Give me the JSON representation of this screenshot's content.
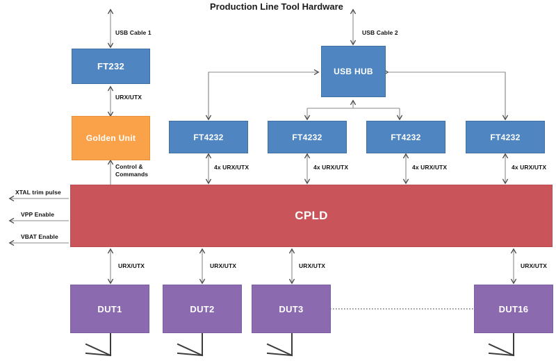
{
  "diagram": {
    "title": "Production Line Tool Hardware",
    "colors": {
      "blue": "#4f86c2",
      "orange": "#f9a24a",
      "red": "#c9555a",
      "purple": "#8b6ab0",
      "wire": "#7a7a7a",
      "wire_dark": "#3c3c3c",
      "text": "#111111"
    },
    "blocks": {
      "ft232": "FT232",
      "golden_unit": "Golden Unit",
      "usb_hub": "USB HUB",
      "ft4232_1": "FT4232",
      "ft4232_2": "FT4232",
      "ft4232_3": "FT4232",
      "ft4232_4": "FT4232",
      "cpld": "CPLD",
      "dut1": "DUT1",
      "dut2": "DUT2",
      "dut3": "DUT3",
      "dut16": "DUT16"
    },
    "labels": {
      "usb_cable_1": "USB Cable 1",
      "usb_cable_2": "USB Cable 2",
      "urx_utx_ft232": "URX/UTX",
      "control_commands_line1": "Control &",
      "control_commands_line2": "Commands",
      "quad_urx_utx_1": "4x URX/UTX",
      "quad_urx_utx_2": "4x URX/UTX",
      "quad_urx_utx_3": "4x URX/UTX",
      "quad_urx_utx_4": "4x URX/UTX",
      "xtal_trim_pulse": "XTAL trim pulse",
      "vpp_enable": "VPP Enable",
      "vbat_enable": "VBAT Enable",
      "urx_utx_dut1": "URX/UTX",
      "urx_utx_dut2": "URX/UTX",
      "urx_utx_dut3": "URX/UTX",
      "urx_utx_dut16": "URX/UTX"
    }
  }
}
